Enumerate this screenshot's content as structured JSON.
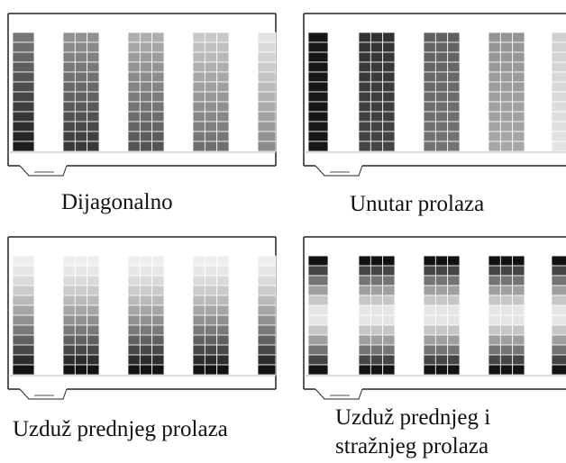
{
  "colors": {
    "line": "#222222",
    "cell_border": "#ffffff",
    "background": "#ffffff"
  },
  "panels": [
    {
      "id": "diagonal",
      "caption_lines": [
        "Dijagonalno"
      ],
      "pattern": "diagonal",
      "entrance_label": ""
    },
    {
      "id": "inside-aisle",
      "caption_lines": [
        "Unutar prolaza"
      ],
      "pattern": "inside-aisle",
      "entrance_label": ""
    },
    {
      "id": "front-aisle",
      "caption_lines": [
        "Uzduž prednjeg prolaza"
      ],
      "pattern": "front",
      "entrance_label": ""
    },
    {
      "id": "front-back",
      "caption_lines": [
        "Uzduž prednjeg i",
        "stražnjeg prolaza"
      ],
      "pattern": "front-back",
      "entrance_label": ""
    }
  ]
}
